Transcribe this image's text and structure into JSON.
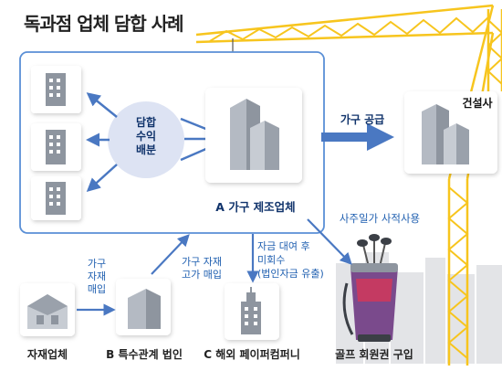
{
  "title": "독과점 업체 담합 사례",
  "hub": {
    "name": "A 가구 제조업체",
    "split": "담합 수익 배분",
    "split_lines": [
      "담합",
      "수익",
      "배분"
    ]
  },
  "edges": {
    "supply": "가구 공급",
    "buy_materials": [
      "가구",
      "자재",
      "매입"
    ],
    "resell_materials": [
      "가구 자재",
      "고가 매입"
    ],
    "loan": [
      "자금 대여 후",
      "미회수",
      "(법인자금 유출)"
    ],
    "private_use": "사주일가 사적사용"
  },
  "nodes": {
    "construction": "건설사",
    "supplier": "자재업체",
    "affiliate": "B 특수관계 법인",
    "paper_company": "C 해외 페이퍼컴퍼니",
    "golf": "골프 회원권 구입"
  },
  "colors": {
    "crane": "#f7c51e",
    "arrow": "#4a78c2",
    "hub_border": "#5a8fd6",
    "bubble": "#dde3f3",
    "building": "#9aa1ab",
    "card_shadow": "#d0d3d8"
  }
}
